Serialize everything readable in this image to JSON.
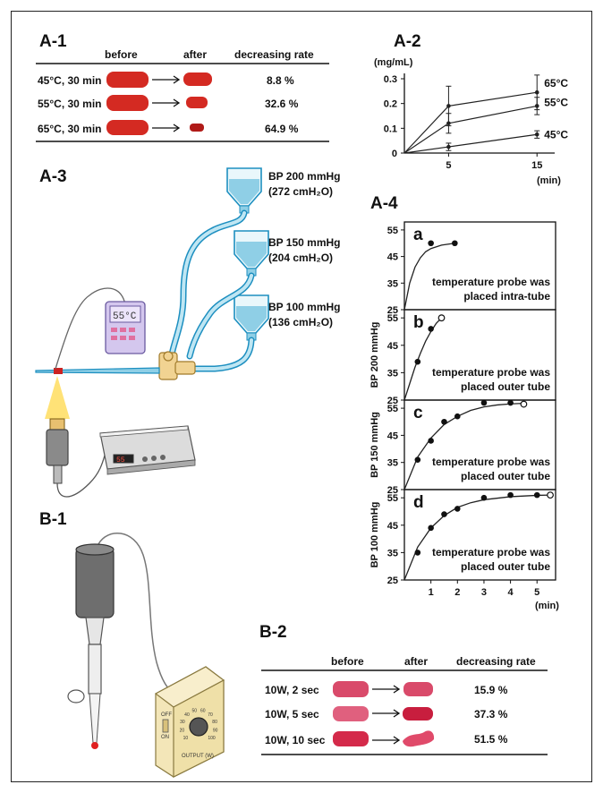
{
  "panels": {
    "a1": "A-1",
    "a2": "A-2",
    "a3": "A-3",
    "a4": "A-4",
    "b1": "B-1",
    "b2": "B-2"
  },
  "a1_table": {
    "headers": [
      "before",
      "after",
      "decreasing rate"
    ],
    "rows": [
      {
        "condition": "45°C, 30 min",
        "rate": "8.8 %"
      },
      {
        "condition": "55°C, 30 min",
        "rate": "32.6 %"
      },
      {
        "condition": "65°C, 30 min",
        "rate": "64.9 %"
      }
    ]
  },
  "b2_table": {
    "headers": [
      "before",
      "after",
      "decreasing rate"
    ],
    "rows": [
      {
        "condition": "10W, 2 sec",
        "rate": "15.9 %"
      },
      {
        "condition": "10W, 5 sec",
        "rate": "37.3 %"
      },
      {
        "condition": "10W, 10 sec",
        "rate": "51.5 %"
      }
    ]
  },
  "a3_labels": {
    "bp200": "BP 200 mmHg",
    "bp200_sub": "(272 cmH₂O)",
    "bp150": "BP 150 mmHg",
    "bp150_sub": "(204 cmH₂O)",
    "bp100": "BP 100 mmHg",
    "bp100_sub": "(136 cmH₂O)",
    "thermometer_display": "55°C",
    "generator_display": "55"
  },
  "colors": {
    "sample_red": "#d42a22",
    "sample_dark": "#b01a18",
    "sample_pink": "#d94a6a",
    "tube": "#8fcfe6",
    "accent": "#1d8fc0"
  },
  "chart_data": [
    {
      "type": "line",
      "ylabel": "(mg/mL)",
      "xlabel": "(min)",
      "x": [
        0,
        5,
        15
      ],
      "xticks": [
        5,
        15
      ],
      "yticks": [
        0,
        0.1,
        0.2,
        0.3
      ],
      "xlim": [
        0,
        17
      ],
      "ylim": [
        0,
        0.3
      ],
      "series": [
        {
          "name": "65°C",
          "values": [
            0,
            0.19,
            0.245
          ],
          "errors": [
            0,
            0.08,
            0.07
          ]
        },
        {
          "name": "55°C",
          "values": [
            0,
            0.12,
            0.19
          ],
          "errors": [
            0,
            0.04,
            0.035
          ]
        },
        {
          "name": "45°C",
          "values": [
            0,
            0.025,
            0.075
          ],
          "errors": [
            0,
            0.015,
            0.015
          ]
        }
      ]
    },
    {
      "type": "scatter",
      "subplots": [
        {
          "letter": "a",
          "ylabel": "",
          "annotation": [
            "temperature probe was",
            "placed intra-tube"
          ],
          "points": [
            [
              1,
              50
            ],
            [
              1.9,
              50
            ]
          ],
          "open_points": [],
          "curve": [
            [
              0,
              25
            ],
            [
              0.2,
              35
            ],
            [
              0.4,
              41
            ],
            [
              0.6,
              44.5
            ],
            [
              0.8,
              46.8
            ],
            [
              1.0,
              48
            ],
            [
              1.4,
              49.3
            ],
            [
              1.9,
              50
            ]
          ]
        },
        {
          "letter": "b",
          "ylabel": "BP 200 mmHg",
          "annotation": [
            "temperature probe was",
            "placed outer tube"
          ],
          "points": [
            [
              0.5,
              39
            ],
            [
              1,
              51
            ]
          ],
          "open_points": [
            [
              1.4,
              55
            ]
          ],
          "curve": [
            [
              0,
              25
            ],
            [
              0.2,
              31
            ],
            [
              0.4,
              37
            ],
            [
              0.6,
              42
            ],
            [
              0.8,
              46.5
            ],
            [
              1.0,
              50
            ],
            [
              1.2,
              53
            ],
            [
              1.4,
              55
            ]
          ]
        },
        {
          "letter": "c",
          "ylabel": "BP 150 mmHg",
          "annotation": [
            "temperature probe was",
            "placed outer tube"
          ],
          "points": [
            [
              0.5,
              36
            ],
            [
              1,
              43
            ],
            [
              1.5,
              50
            ],
            [
              2,
              52
            ],
            [
              3,
              57
            ],
            [
              4,
              57
            ]
          ],
          "open_points": [
            [
              4.5,
              56.5
            ]
          ],
          "curve": [
            [
              0,
              25
            ],
            [
              0.5,
              37
            ],
            [
              1,
              44
            ],
            [
              1.5,
              49
            ],
            [
              2,
              52
            ],
            [
              2.5,
              54.2
            ],
            [
              3,
              55.5
            ],
            [
              3.5,
              56.2
            ],
            [
              4,
              56.6
            ],
            [
              4.5,
              56.8
            ]
          ]
        },
        {
          "letter": "d",
          "ylabel": "BP 100 mmHg",
          "annotation": [
            "temperature probe was",
            "placed outer tube"
          ],
          "points": [
            [
              0.5,
              35
            ],
            [
              1,
              44
            ],
            [
              1.5,
              49
            ],
            [
              2,
              51
            ],
            [
              3,
              55
            ],
            [
              4,
              56
            ],
            [
              5,
              56
            ]
          ],
          "open_points": [
            [
              5.5,
              56
            ]
          ],
          "curve": [
            [
              0,
              25
            ],
            [
              0.5,
              37
            ],
            [
              1,
              44
            ],
            [
              1.5,
              48.5
            ],
            [
              2,
              51.5
            ],
            [
              2.5,
              53.2
            ],
            [
              3,
              54.3
            ],
            [
              4,
              55.4
            ],
            [
              5,
              55.9
            ],
            [
              5.5,
              56
            ]
          ]
        }
      ],
      "yticks": [
        25,
        35,
        45,
        55
      ],
      "xticks": [
        1,
        2,
        3,
        4,
        5
      ],
      "xlabel": "(min)",
      "xlim": [
        0,
        5.7
      ],
      "ylim": [
        25,
        58
      ]
    }
  ],
  "b1_dial": {
    "labels": [
      "10",
      "20",
      "30",
      "40",
      "50",
      "60",
      "70",
      "80",
      "90",
      "100"
    ],
    "switch_on": "ON",
    "switch_off": "OFF",
    "output": "OUTPUT (W)"
  }
}
